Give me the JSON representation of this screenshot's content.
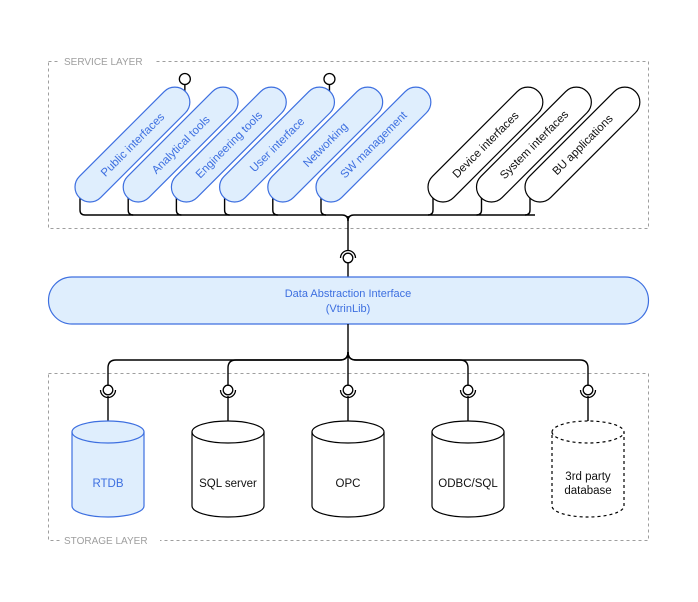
{
  "service_layer": {
    "label": "SERVICE LAYER",
    "modules": [
      {
        "label": "Public interfaces",
        "style": "highlighted",
        "exposes_interface": true
      },
      {
        "label": "Analytical tools",
        "style": "highlighted",
        "exposes_interface": false
      },
      {
        "label": "Engineering tools",
        "style": "highlighted",
        "exposes_interface": false
      },
      {
        "label": "User interface",
        "style": "highlighted",
        "exposes_interface": true
      },
      {
        "label": "Networking",
        "style": "highlighted",
        "exposes_interface": false
      },
      {
        "label": "SW management",
        "style": "highlighted",
        "exposes_interface": false
      },
      {
        "label": "Device interfaces",
        "style": "plain",
        "exposes_interface": false
      },
      {
        "label": "System interfaces",
        "style": "plain",
        "exposes_interface": false
      },
      {
        "label": "BU applications",
        "style": "plain",
        "exposes_interface": false
      }
    ]
  },
  "data_abstraction": {
    "title": "Data Abstraction Interface",
    "subtitle": "(VtrinLib)"
  },
  "storage_layer": {
    "label": "STORAGE LAYER",
    "databases": [
      {
        "lines": [
          "RTDB"
        ],
        "style": "highlighted"
      },
      {
        "lines": [
          "SQL server"
        ],
        "style": "plain"
      },
      {
        "lines": [
          "OPC"
        ],
        "style": "plain"
      },
      {
        "lines": [
          "ODBC/SQL"
        ],
        "style": "plain"
      },
      {
        "lines": [
          "3rd party",
          "database"
        ],
        "style": "dashed"
      }
    ]
  },
  "colors": {
    "highlight_fill": "#dfeefd",
    "highlight_stroke": "#3d6fe0",
    "layer_border": "#9e9e9e"
  }
}
